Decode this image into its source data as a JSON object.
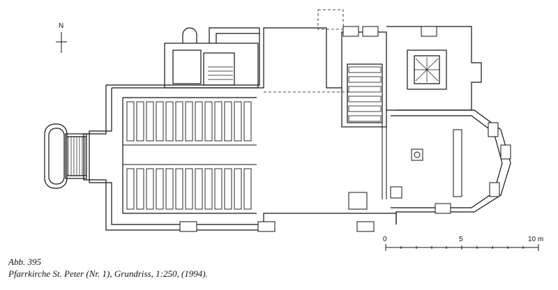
{
  "figure": {
    "north_label": "N",
    "scale": {
      "ticks": [
        "0",
        "5",
        "10 m"
      ]
    },
    "caption": {
      "label": "Abb. 395",
      "text": "Pfarrkirche St. Peter (Nr. 1), Grundriss, 1:250, (1994)."
    }
  }
}
